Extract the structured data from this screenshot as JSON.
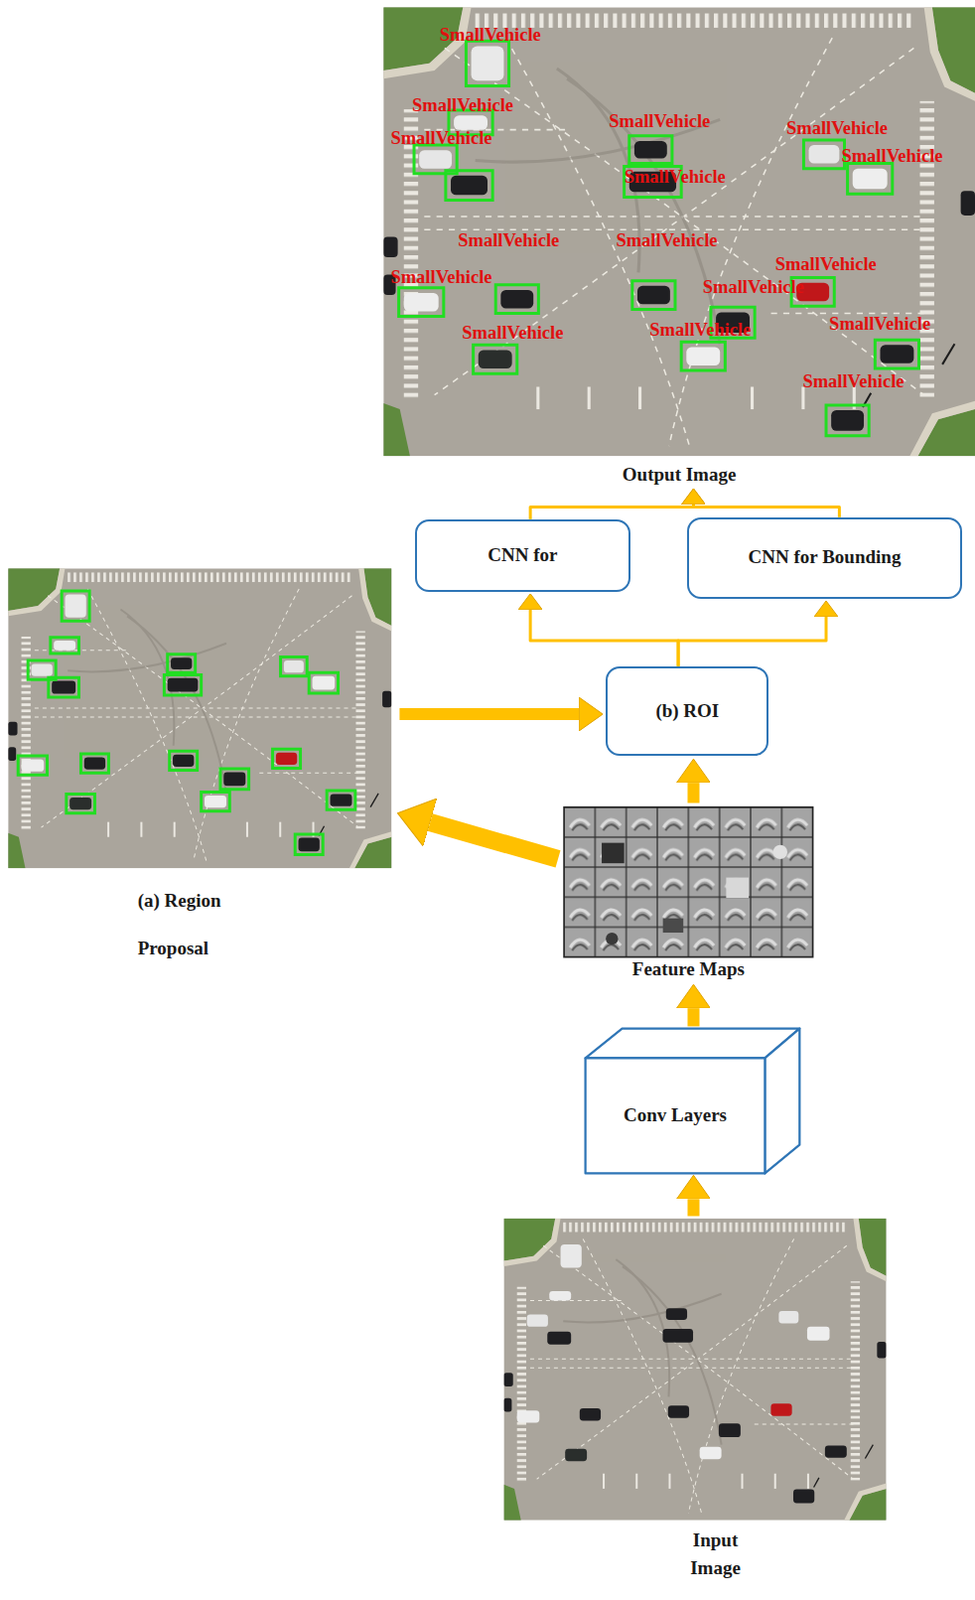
{
  "diagram": {
    "nodes": [
      {
        "text": [
          "Output Image"
        ]
      },
      {
        "text": [
          "CNN for"
        ]
      },
      {
        "text": [
          "CNN for Bounding"
        ]
      },
      {
        "text": [
          "(a) Region Proposal"
        ]
      },
      {
        "text": [
          "(b) ROI"
        ]
      },
      {
        "text": [
          "Feature Maps"
        ]
      },
      {
        "text": [
          "Conv Layers"
        ]
      },
      {
        "text": [
          "Input Image"
        ]
      }
    ],
    "edges": [
      {
        "from": 7,
        "to": 6,
        "arrow": "to"
      },
      {
        "from": 6,
        "to": 5,
        "arrow": "to"
      },
      {
        "from": 5,
        "to": 4,
        "arrow": "to"
      },
      {
        "from": 5,
        "to": 3,
        "arrow": "to"
      },
      {
        "from": 3,
        "to": 4,
        "arrow": "to"
      },
      {
        "from": 4,
        "to": 1,
        "arrow": "to"
      },
      {
        "from": 4,
        "to": 2,
        "arrow": "to"
      },
      {
        "from": 1,
        "to": 0,
        "arrow": "to"
      },
      {
        "from": 2,
        "to": 0,
        "arrow": "to"
      }
    ],
    "labels": [
      "SmallVehicle",
      "SmallVehicle",
      "SmallVehicle",
      "SmallVehicle",
      "SmallVehicle",
      "SmallVehicle",
      "SmallVehicle",
      "SmallVehicle",
      "SmallVehicle",
      "SmallVehicle",
      "SmallVehicle",
      "SmallVehicle",
      "SmallVehicle",
      "SmallVehicle",
      "SmallVehicle",
      "SmallVehicle"
    ]
  }
}
